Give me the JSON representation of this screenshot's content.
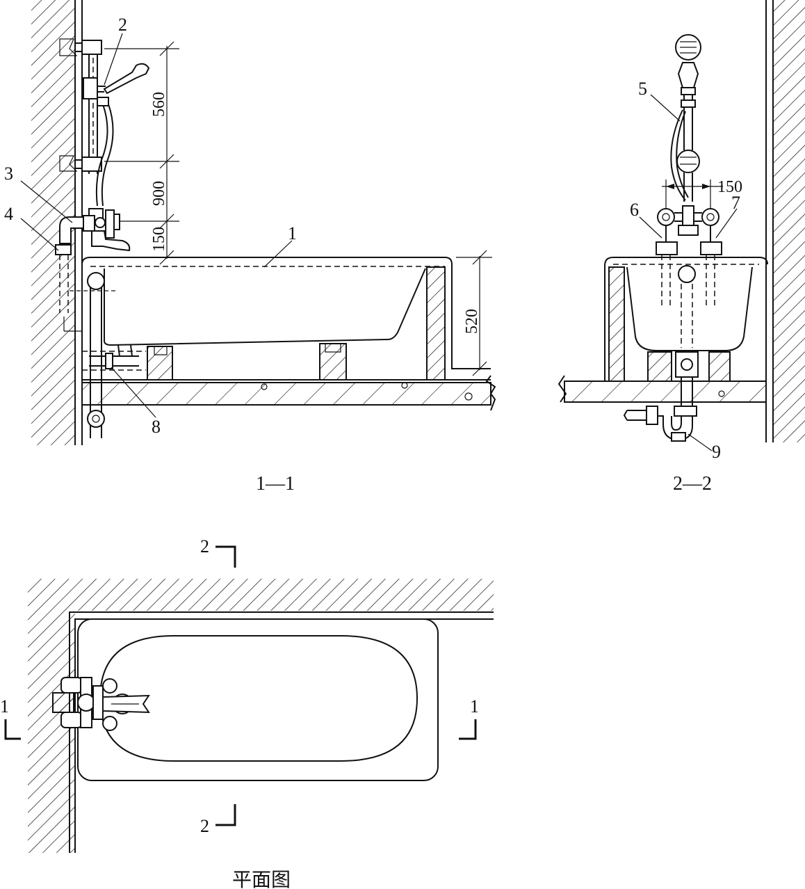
{
  "colors": {
    "ink": "#111111",
    "paper": "#ffffff"
  },
  "labels": {
    "part1": "1",
    "part2": "2",
    "part3": "3",
    "part4": "4",
    "part5": "5",
    "part6": "6",
    "part7": "7",
    "part8": "8",
    "part9": "9"
  },
  "dimensions": {
    "d560": "560",
    "d900": "900",
    "d150": "150",
    "d520": "520",
    "d150b": "150"
  },
  "sections": {
    "section_1_1": "1—1",
    "section_2_2": "2—2",
    "cut_1_left": "1",
    "cut_1_right": "1",
    "cut_2_top": "2",
    "cut_2_bottom": "2"
  },
  "plan_title": "平面图"
}
